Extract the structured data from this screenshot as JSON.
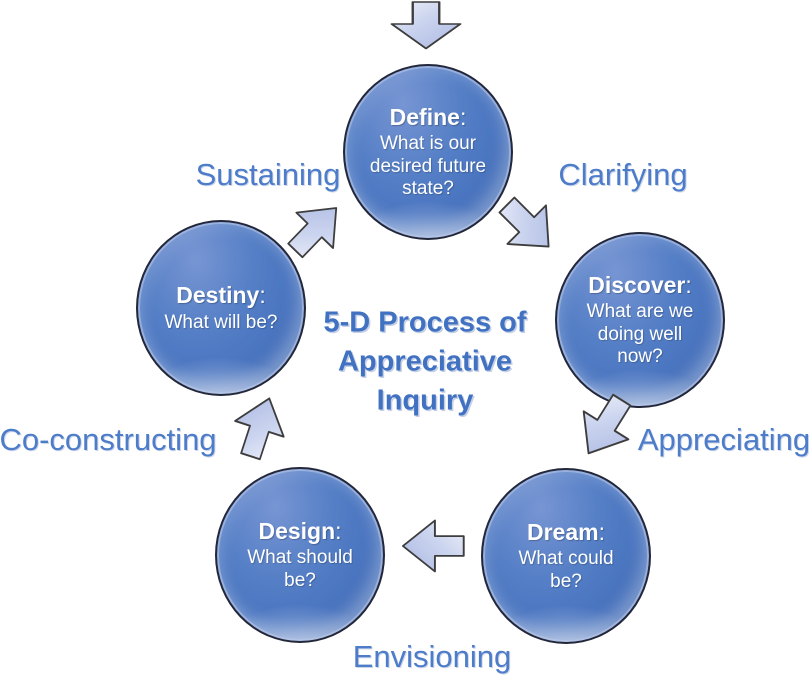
{
  "title": {
    "full": "5-D Process of Appreciative Inquiry",
    "lines": [
      "5-D Process of",
      "Appreciative",
      "Inquiry"
    ]
  },
  "stages": [
    {
      "name": "Define",
      "colon": ":",
      "question": "What is our desired future state?"
    },
    {
      "name": "Discover",
      "colon": ":",
      "question": "What are we doing well now?"
    },
    {
      "name": "Dream",
      "colon": ":",
      "question": "What could be?"
    },
    {
      "name": "Design",
      "colon": ":",
      "question": "What should be?"
    },
    {
      "name": "Destiny",
      "colon": ":",
      "question": "What will be?"
    }
  ],
  "transitions": [
    {
      "label": "Sustaining",
      "from": "Destiny",
      "to": "Define"
    },
    {
      "label": "Clarifying",
      "from": "Define",
      "to": "Discover"
    },
    {
      "label": "Appreciating",
      "from": "Discover",
      "to": "Dream"
    },
    {
      "label": "Envisioning",
      "from": "Dream",
      "to": "Design"
    },
    {
      "label": "Co-constructing",
      "from": "Design",
      "to": "Destiny"
    }
  ],
  "icons": {
    "arrows": [
      "down-block-arrow-icon",
      "southeast-block-arrow-icon",
      "south-southwest-block-arrow-icon",
      "left-block-arrow-icon",
      "north-northeast-block-arrow-icon",
      "northeast-block-arrow-icon"
    ]
  },
  "colors": {
    "circle_fill": "#4a75c0",
    "circle_border": "#23273a",
    "circle_text": "#ffffff",
    "title_text": "#4171c1",
    "label_text": "#4d7cc9",
    "arrow_fill": "#c9d3ee",
    "arrow_fill_light": "#eef1fa",
    "arrow_outline": "#3d3d3d"
  }
}
